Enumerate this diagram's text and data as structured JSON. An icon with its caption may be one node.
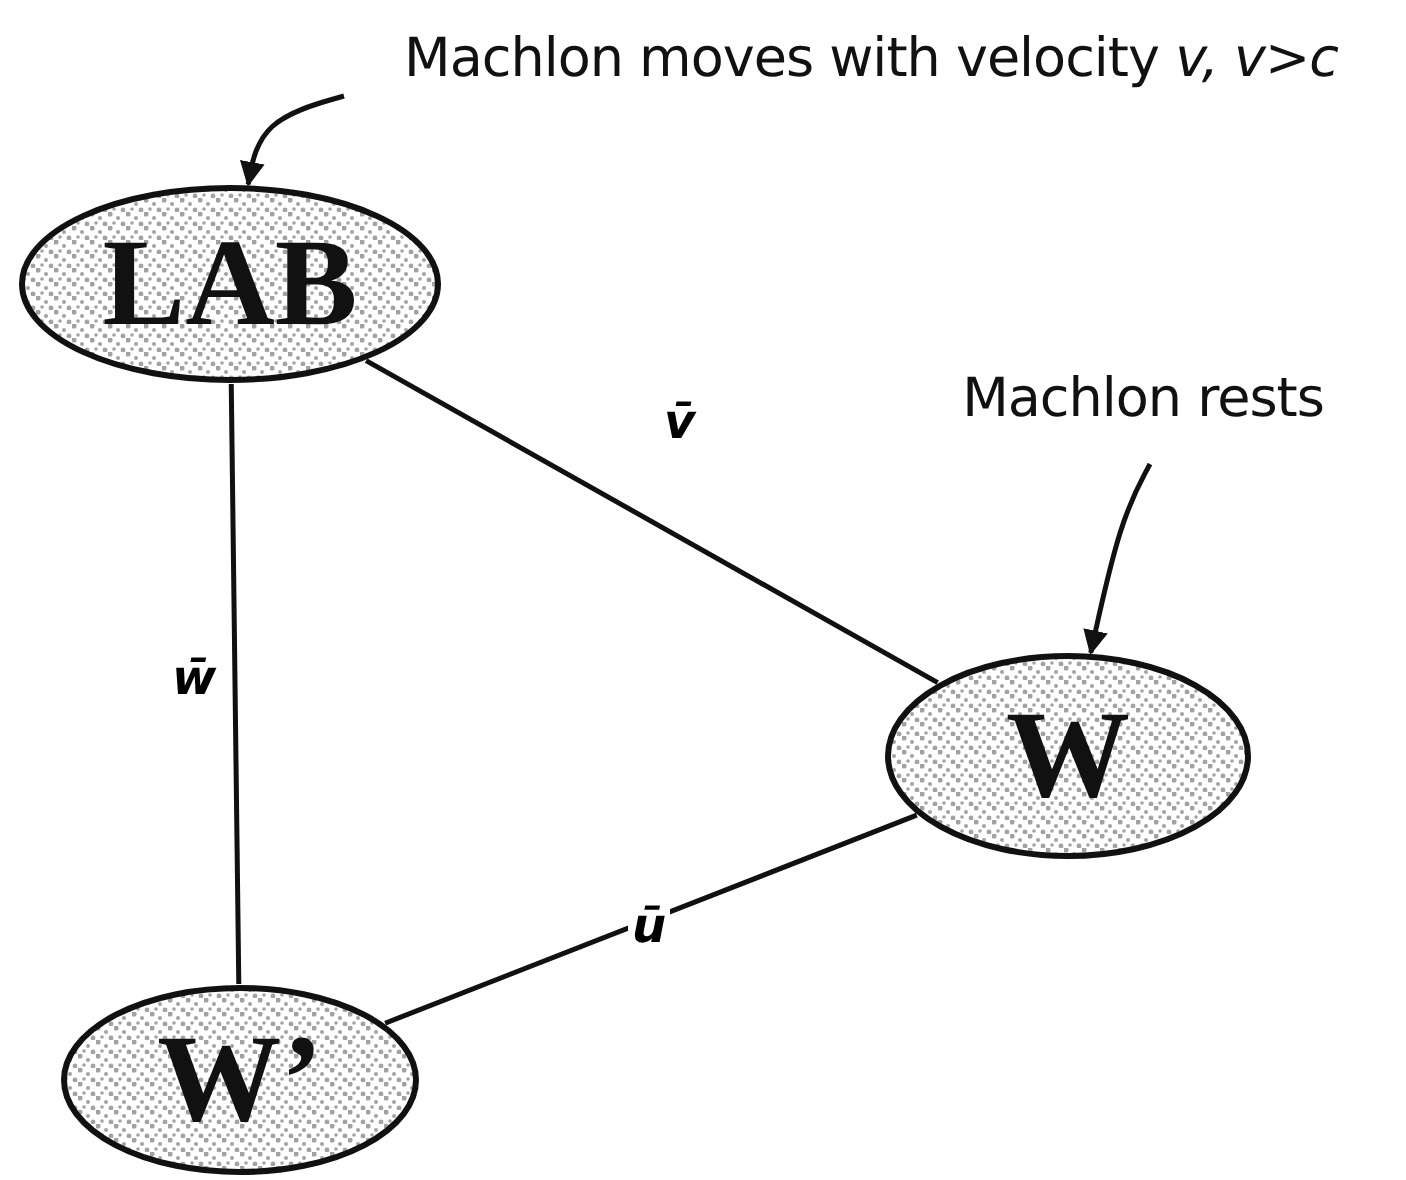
{
  "diagram": {
    "nodes": [
      {
        "text": [
          "Machlon moves with velocity *v, v>c*"
        ]
      },
      {
        "text": [
          "LAB"
        ]
      },
      {
        "text": [
          "Machlon rests"
        ]
      },
      {
        "text": [
          "W"
        ]
      },
      {
        "text": [
          "W’"
        ]
      }
    ],
    "edges": [
      {
        "from": 0,
        "to": 1,
        "arrow": "to"
      },
      {
        "from": 1,
        "to": 3,
        "arrow": "none",
        "label": "v̄"
      },
      {
        "from": 1,
        "to": 4,
        "arrow": "none",
        "label": "w̄"
      },
      {
        "from": 3,
        "to": 4,
        "arrow": "none",
        "label": "ū"
      },
      {
        "from": 2,
        "to": 3,
        "arrow": "to"
      }
    ]
  }
}
